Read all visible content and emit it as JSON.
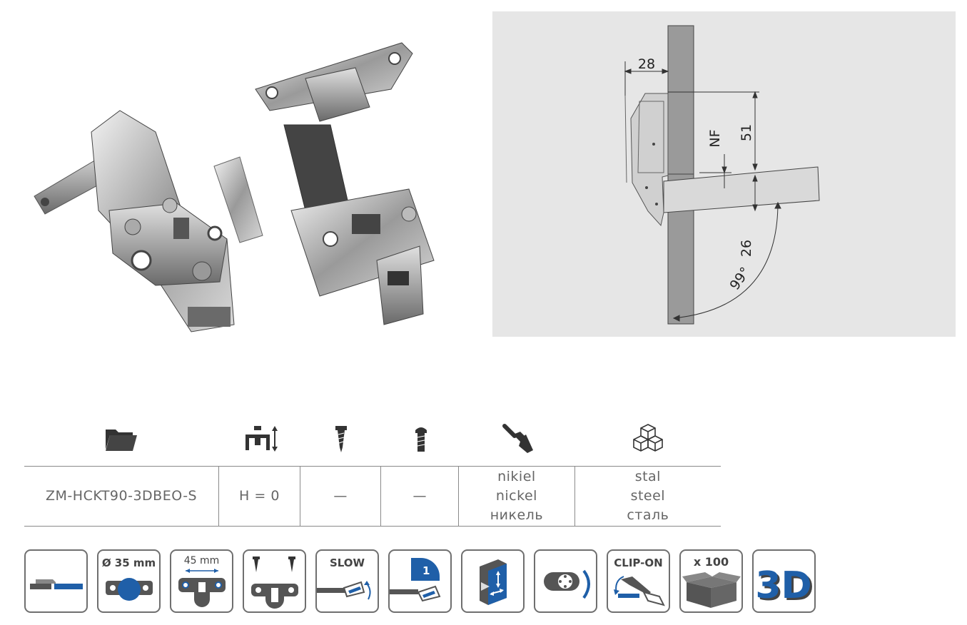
{
  "drawing": {
    "dim_28": "28",
    "dim_51": "51",
    "dim_nf": "NF",
    "dim_26": "26",
    "angle": "99°"
  },
  "spec": {
    "code": "ZM-HCKT90-3DBEO-S",
    "height": "H = 0",
    "screw_wood": "—",
    "screw_euro": "—",
    "finish": [
      "nikiel",
      "nickel",
      "никель"
    ],
    "material": [
      "stal",
      "steel",
      "сталь"
    ]
  },
  "header_icons": [
    "folder-icon",
    "mounting-plate-height-icon",
    "wood-screw-icon",
    "euro-screw-icon",
    "paint-brush-icon",
    "material-cubes-icon"
  ],
  "features": {
    "diameter": "Ø 35 mm",
    "spacing": "45 mm",
    "slow": "SLOW",
    "step": "1",
    "clip": "CLIP-ON",
    "qty": "x 100",
    "three_d": "3D"
  },
  "colors": {
    "accent": "#1f5fa8",
    "line": "#8a8a8a",
    "drawing_bg": "#e6e6e6"
  }
}
